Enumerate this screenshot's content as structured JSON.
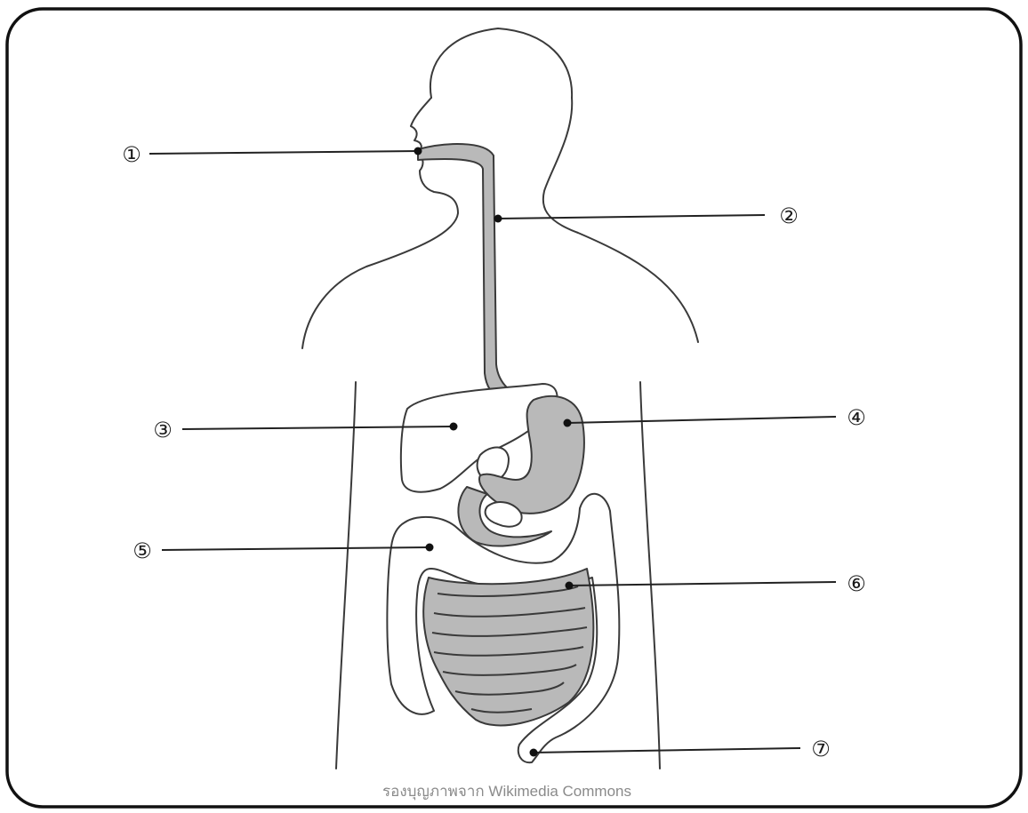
{
  "labels": [
    {
      "id": "1",
      "text": "①"
    },
    {
      "id": "2",
      "text": "②"
    },
    {
      "id": "3",
      "text": "③"
    },
    {
      "id": "4",
      "text": "④"
    },
    {
      "id": "5",
      "text": "⑤"
    },
    {
      "id": "6",
      "text": "⑥"
    },
    {
      "id": "7",
      "text": "⑦"
    }
  ],
  "credit": "รองบุญภาพจาก Wikimedia Commons",
  "colors": {
    "frame": "#111111",
    "outline": "#3a3a3a",
    "organ_fill_grey": "#b9b9b9",
    "background": "#ffffff"
  }
}
